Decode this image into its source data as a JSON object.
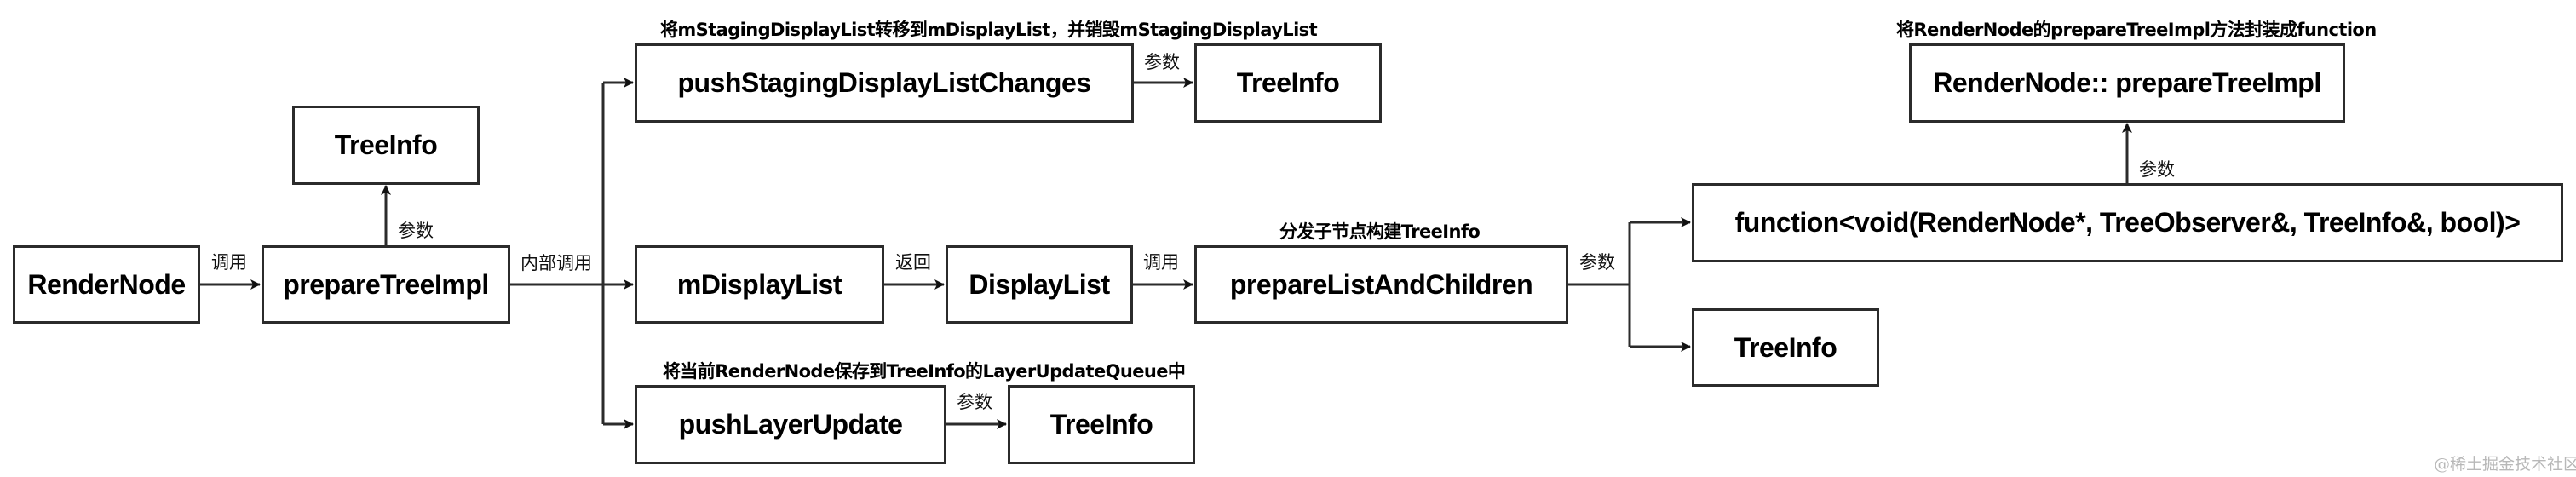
{
  "nodes": {
    "render_node": "RenderNode",
    "prepare_tree_impl": "prepareTreeImpl",
    "tree_info_param": "TreeInfo",
    "push_staging": "pushStagingDisplayListChanges",
    "tree_info_staging": "TreeInfo",
    "m_display_list": "mDisplayList",
    "display_list": "DisplayList",
    "prepare_list_and_children": "prepareListAndChildren",
    "push_layer_update": "pushLayerUpdate",
    "tree_info_layer": "TreeInfo",
    "render_node_prepare_tree_impl": "RenderNode:: prepareTreeImpl",
    "function_type": "function<void(RenderNode*, TreeObserver&, TreeInfo&, bool)>",
    "tree_info_children": "TreeInfo"
  },
  "edge_labels": {
    "render_to_prepare": "调用",
    "prepare_to_treeinfo": "参数",
    "prepare_internal_call": "内部调用",
    "staging_to_treeinfo": "参数",
    "mdisplaylist_return": "返回",
    "displaylist_call": "调用",
    "layer_to_treeinfo": "参数",
    "children_params": "参数",
    "function_param": "参数"
  },
  "captions": {
    "push_staging": "将mStagingDisplayList转移到mDisplayList，并销毁mStagingDisplayList",
    "prepare_list_and_children": "分发子节点构建TreeInfo",
    "push_layer_update": "将当前RenderNode保存到TreeInfo的LayerUpdateQueue中",
    "render_node_prepare_tree_impl": "将RenderNode的prepareTreeImpl方法封装成function"
  },
  "watermark": "@稀土掘金技术社区",
  "colors": {
    "stroke": "#2b2b2b",
    "background": "#ffffff",
    "watermark": "#b8b8b8"
  }
}
